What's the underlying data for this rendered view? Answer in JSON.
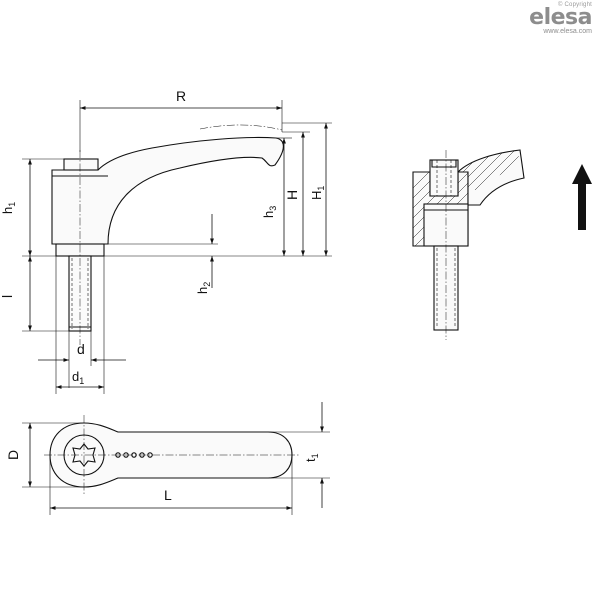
{
  "brand": {
    "copyright": "© Copyright",
    "logo_text": "elesa",
    "url": "www.elesa.com"
  },
  "dimensions": {
    "R": "R",
    "h1_main": "h",
    "h1_sub": "1",
    "l": "l",
    "h3_main": "h",
    "h3_sub": "3",
    "H": "H",
    "H1_main": "H",
    "H1_sub": "1",
    "h2_main": "h",
    "h2_sub": "2",
    "d": "d",
    "d1_main": "d",
    "d1_sub": "1",
    "D": "D",
    "t1_main": "t",
    "t1_sub": "1",
    "L": "L"
  },
  "colors": {
    "line": "#111111",
    "fill": "#fafafa",
    "brand_gray": "#8d8d8d"
  }
}
